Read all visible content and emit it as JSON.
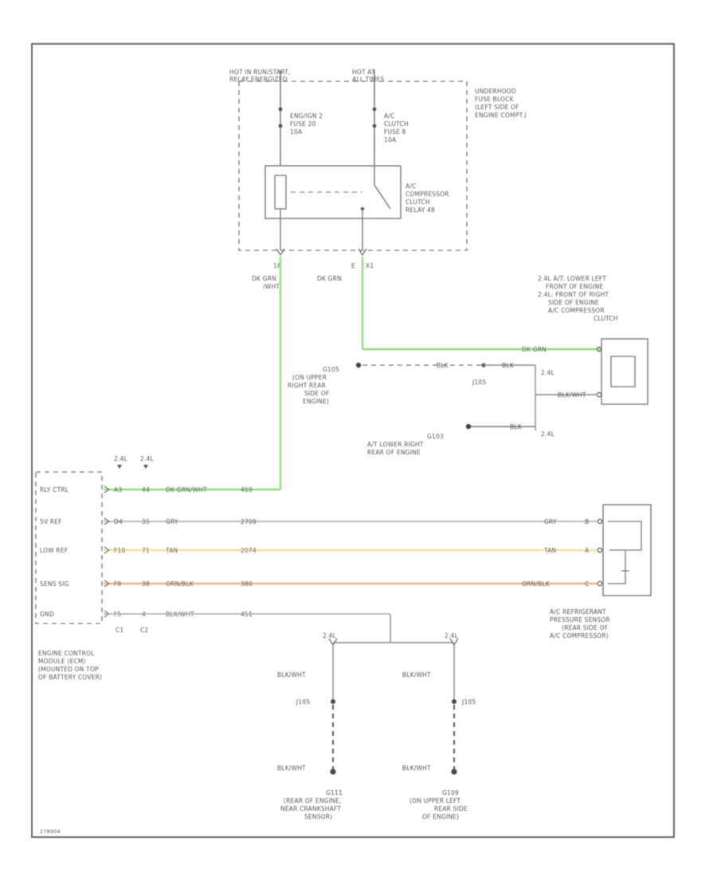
{
  "top_labels": {
    "hot_in_run": [
      "HOT IN RUN/START,",
      "RELAY ENERGIZED"
    ],
    "hot_at_all_times": [
      "HOT AT",
      "ALL TIMES"
    ]
  },
  "fuse_block_label": [
    "UNDERHOOD",
    "FUSE BLOCK",
    "(LEFT SIDE OF",
    "ENGINE COMPT.)"
  ],
  "fuse1_label": [
    "ENG/IGN 2",
    "FUSE 20",
    "10A"
  ],
  "fuse2_label": [
    "A/C",
    "CLUTCH",
    "FUSE 8",
    "10A"
  ],
  "relay_label": [
    "A/C",
    "COMPRESSOR",
    "CLUTCH",
    "RELAY 48"
  ],
  "pin_left": "18",
  "pin_right_a": "E",
  "pin_right_b": "X1",
  "wire1_label": [
    "DK GRN",
    "/WHT"
  ],
  "wire2_label": "DK GRN",
  "compressor_location": [
    "2.4L A/T: LOWER LEFT",
    "FRONT OF ENGINE",
    "2.4L: FRONT OF RIGHT",
    "SIDE OF ENGINE",
    "A/C COMPRESSOR",
    "CLUTCH"
  ],
  "compressor_wire_color": "DK GRN",
  "compressor_ground_wire": "BLK/WHT",
  "ground_g105_label": [
    "G105",
    "(ON UPPER",
    "RIGHT REAR",
    "SIDE OF",
    "ENGINE)"
  ],
  "blk_label": "BLK",
  "splice_j105": "J105",
  "engine_2_4l": "2.4L",
  "ground_g103_label": [
    "G103",
    "A/T LOWER RIGHT",
    "REAR OF ENGINE"
  ],
  "ecm_header": [
    "2.4L",
    "2.4L"
  ],
  "ecm_rows": [
    {
      "label": "RLY CTRL",
      "pin1": "A3",
      "pin2": "44",
      "color": "DK GRN/WHT",
      "circuit": "459",
      "wire_color_hex": "#8fdc7e"
    },
    {
      "label": "5V REF",
      "pin1": "D4",
      "pin2": "35",
      "color": "GRY",
      "circuit": "2709",
      "wire_color_hex": "#c8c8c8"
    },
    {
      "label": "LOW REF",
      "pin1": "F10",
      "pin2": "71",
      "color": "TAN",
      "circuit": "2074",
      "wire_color_hex": "#f2e3a2"
    },
    {
      "label": "SENS SIG",
      "pin1": "F8",
      "pin2": "38",
      "color": "ORN/BLK",
      "circuit": "380",
      "wire_color_hex": "#efb089"
    },
    {
      "label": "GND",
      "pin1": "F5",
      "pin2": "4",
      "color": "BLK/WHT",
      "circuit": "451",
      "wire_color_hex": "#c0c0c0"
    }
  ],
  "ecm_connectors": [
    "C1",
    "C2"
  ],
  "ecm_label": [
    "ENGINE CONTROL",
    "MODULE (ECM)",
    "(MOUNTED ON TOP",
    "OF BATTERY COVER)"
  ],
  "sensor_wire_labels": [
    "GRY",
    "TAN",
    "ORN/BLK"
  ],
  "sensor_pins": [
    "B",
    "A",
    "C"
  ],
  "sensor_label": [
    "A/C REFRIGERANT",
    "PRESSURE SENSOR",
    "(REAR SIDE OF",
    "A/C COMPRESSOR)"
  ],
  "gnd_branch_left_label": "2.4L",
  "gnd_branch_right_label": "2.4L",
  "blk_wht": "BLK/WHT",
  "j105": "J105",
  "ground_g111_label": [
    "G111",
    "(REAR OF ENGINE,",
    "NEAR CRANKSHAFT",
    "SENSOR)"
  ],
  "ground_g109_label": [
    "G109",
    "(ON UPPER LEFT",
    "REAR SIDE",
    "OF ENGINE)"
  ],
  "figure_id": "278904"
}
